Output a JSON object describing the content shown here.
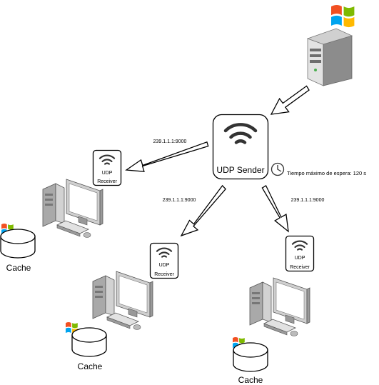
{
  "sender": {
    "label": "UDP Sender",
    "timeout_label": "Tiempo máximo de espera: 120 s"
  },
  "links": [
    {
      "address": "239.1.1.1:9000"
    },
    {
      "address": "239.1.1.1:9000"
    },
    {
      "address": "239.1.1.1:9000"
    }
  ],
  "receivers": [
    {
      "line1": "UDP",
      "line2": "Receiver",
      "cache_label": "Cache"
    },
    {
      "line1": "UDP",
      "line2": "Receiver",
      "cache_label": "Cache"
    },
    {
      "line1": "UDP",
      "line2": "Receiver",
      "cache_label": "Cache"
    }
  ],
  "icons": {
    "server": "server-tower-icon",
    "os_logo": "windows-logo-icon",
    "wifi": "wifi-icon",
    "clock": "clock-icon",
    "workstation": "desktop-computer-icon",
    "cache": "database-disk-icon"
  },
  "colors": {
    "stroke": "#000000",
    "arrow_fill": "#ffffff",
    "case_light": "#e6e6e6",
    "case_mid": "#bdbdbd",
    "case_dark": "#8c8c8c",
    "screen": "#ffffff",
    "win_red": "#f25022",
    "win_green": "#7fba00",
    "win_blue": "#00a4ef",
    "win_yellow": "#ffb900"
  }
}
